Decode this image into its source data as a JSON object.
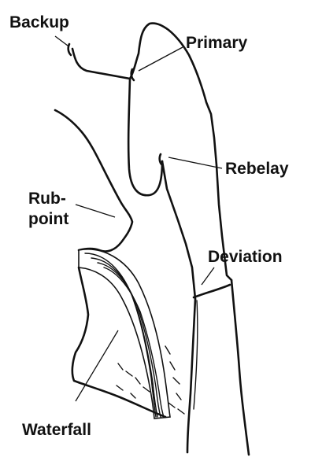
{
  "labels": {
    "backup": "Backup",
    "primary": "Primary",
    "rebelay": "Rebelay",
    "rubpoint": "Rub-\npoint",
    "deviation": "Deviation",
    "waterfall": "Waterfall"
  },
  "colors": {
    "ink": "#111111",
    "background": "#ffffff"
  }
}
